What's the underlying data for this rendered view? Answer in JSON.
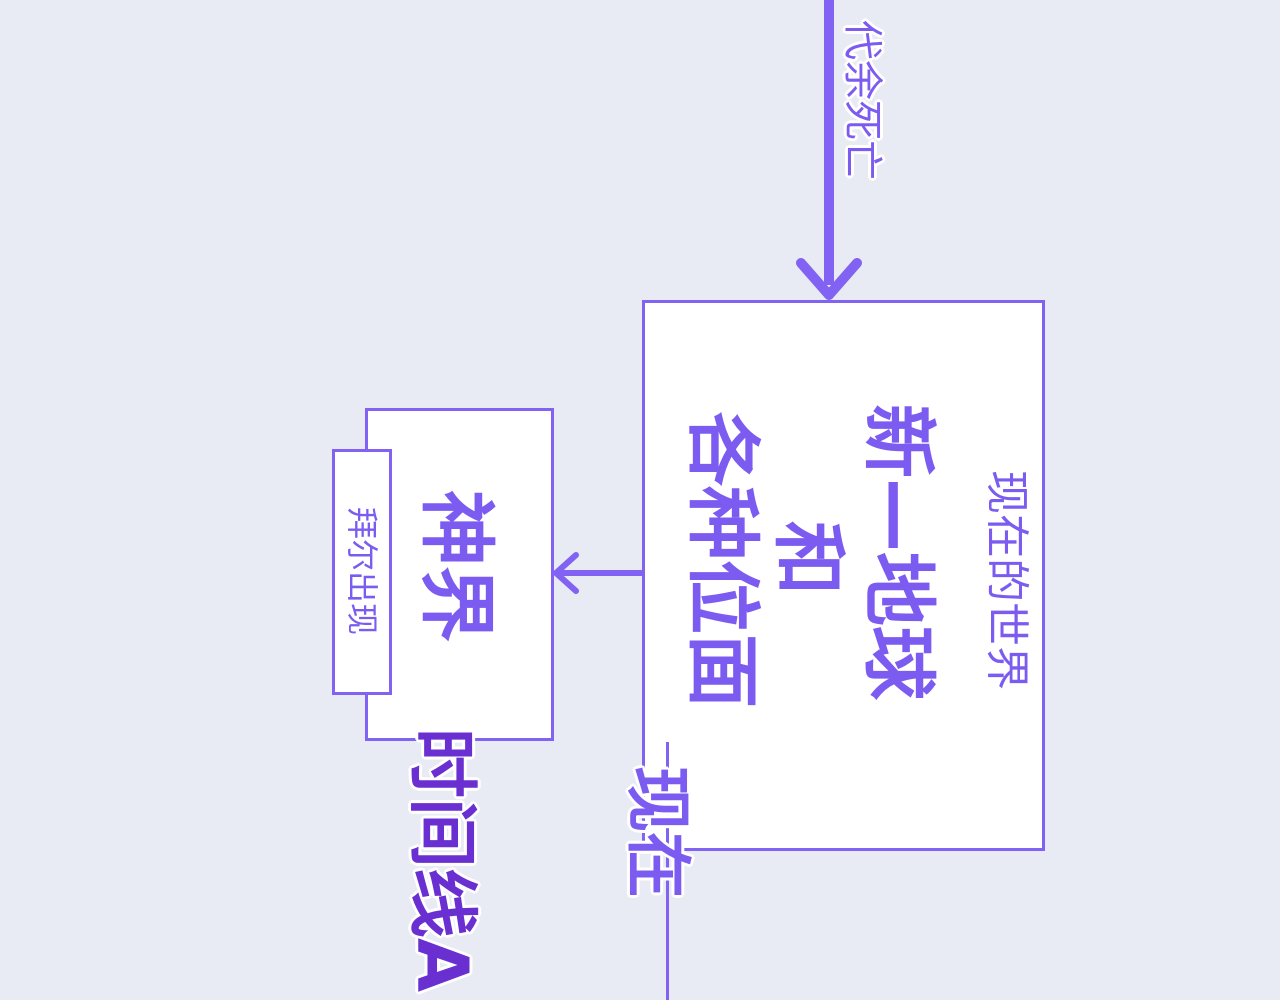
{
  "colors": {
    "background": "#e8ebf3",
    "accent": "#7c5cf0",
    "timeline": "#6a2fd0",
    "box_fill": "#ffffff"
  },
  "top_arrow_label": "代余死亡",
  "main_box": {
    "subtitle": "现在的世界",
    "line1": "新—地球",
    "line2": "和",
    "line3": "各种位面"
  },
  "god_box": {
    "title": "神界",
    "side_tag": "拜尔出现"
  },
  "timeline_label": "时间线A",
  "now_label": "现在"
}
